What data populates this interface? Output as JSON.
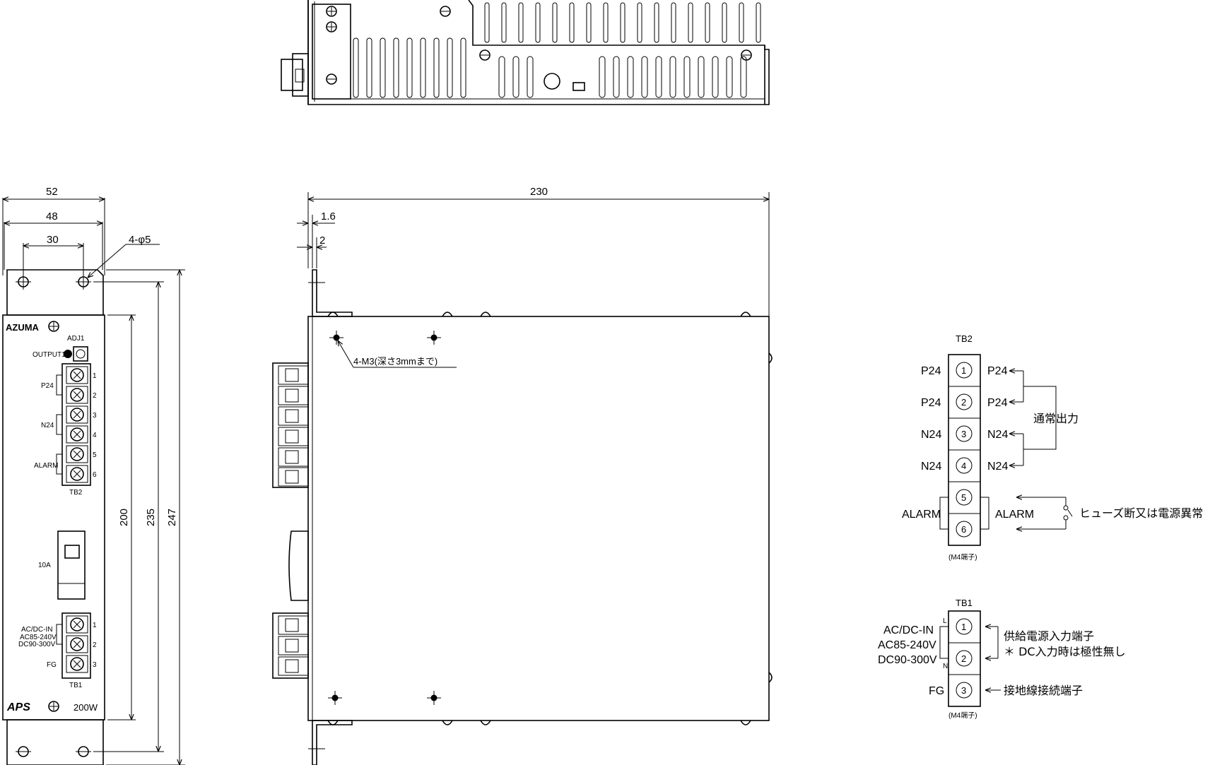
{
  "front": {
    "brand": "AZUMA",
    "model": "APS",
    "power": "200W",
    "adj": "ADJ1",
    "output": "OUTPUT1",
    "p24": "P24",
    "n24": "N24",
    "alarm": "ALARM",
    "tb2": "TB2",
    "fuse": "10A",
    "acdc": "AC/DC-IN",
    "ac": "AC85-240V",
    "dc": "DC90-300V",
    "fg": "FG",
    "tb1": "TB1",
    "terminal_numbers": [
      "1",
      "2",
      "3",
      "4",
      "5",
      "6"
    ]
  },
  "dimensions": {
    "w52": "52",
    "w48": "48",
    "w30": "30",
    "holes": "4-φ5",
    "h200": "200",
    "h235": "235",
    "h247": "247",
    "d230": "230",
    "t16": "1.6",
    "t2": "2",
    "screw_note": "4-M3(深さ3mmまで)"
  },
  "tb2": {
    "title": "TB2",
    "rows": [
      {
        "num": "1",
        "left": "P24",
        "right": "P24"
      },
      {
        "num": "2",
        "left": "P24",
        "right": "P24"
      },
      {
        "num": "3",
        "left": "N24",
        "right": "N24"
      },
      {
        "num": "4",
        "left": "N24",
        "right": "N24"
      },
      {
        "num": "5",
        "left": "",
        "right": ""
      },
      {
        "num": "6",
        "left": "",
        "right": ""
      }
    ],
    "alarm_left": "ALARM",
    "alarm_right": "ALARM",
    "normal_output": "通常出力",
    "fuse_note": "ヒューズ断又は電源異常",
    "terminal_type": "(M4端子)"
  },
  "tb1": {
    "title": "TB1",
    "rows": [
      {
        "num": "1"
      },
      {
        "num": "2"
      },
      {
        "num": "3"
      }
    ],
    "acdc": "AC/DC-IN",
    "ac": "AC85-240V",
    "dc": "DC90-300V",
    "fg": "FG",
    "l": "L",
    "n": "N",
    "supply_note": "供給電源入力端子",
    "polarity_note": "＊ DC入力時は極性無し",
    "ground_note": "接地線接続端子",
    "terminal_type": "(M4端子)"
  }
}
